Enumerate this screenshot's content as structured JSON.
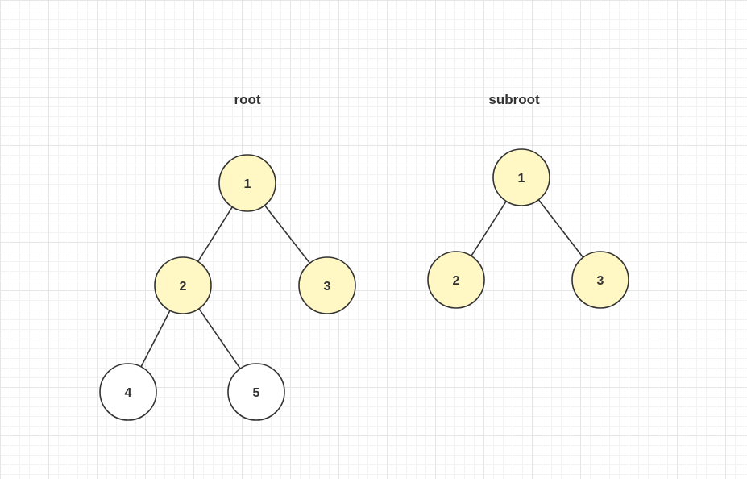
{
  "colors": {
    "highlighted_fill": "#fff8c4",
    "plain_fill": "#ffffff",
    "stroke": "#333333"
  },
  "trees": [
    {
      "title": "root",
      "nodes": [
        {
          "id": "r1",
          "label": "1",
          "highlighted": true
        },
        {
          "id": "r2",
          "label": "2",
          "highlighted": true
        },
        {
          "id": "r3",
          "label": "3",
          "highlighted": true
        },
        {
          "id": "r4",
          "label": "4",
          "highlighted": false
        },
        {
          "id": "r5",
          "label": "5",
          "highlighted": false
        }
      ],
      "edges": [
        {
          "from": "r1",
          "to": "r2"
        },
        {
          "from": "r1",
          "to": "r3"
        },
        {
          "from": "r2",
          "to": "r4"
        },
        {
          "from": "r2",
          "to": "r5"
        }
      ]
    },
    {
      "title": "subroot",
      "nodes": [
        {
          "id": "s1",
          "label": "1",
          "highlighted": true
        },
        {
          "id": "s2",
          "label": "2",
          "highlighted": true
        },
        {
          "id": "s3",
          "label": "3",
          "highlighted": true
        }
      ],
      "edges": [
        {
          "from": "s1",
          "to": "s2"
        },
        {
          "from": "s1",
          "to": "s3"
        }
      ]
    }
  ]
}
